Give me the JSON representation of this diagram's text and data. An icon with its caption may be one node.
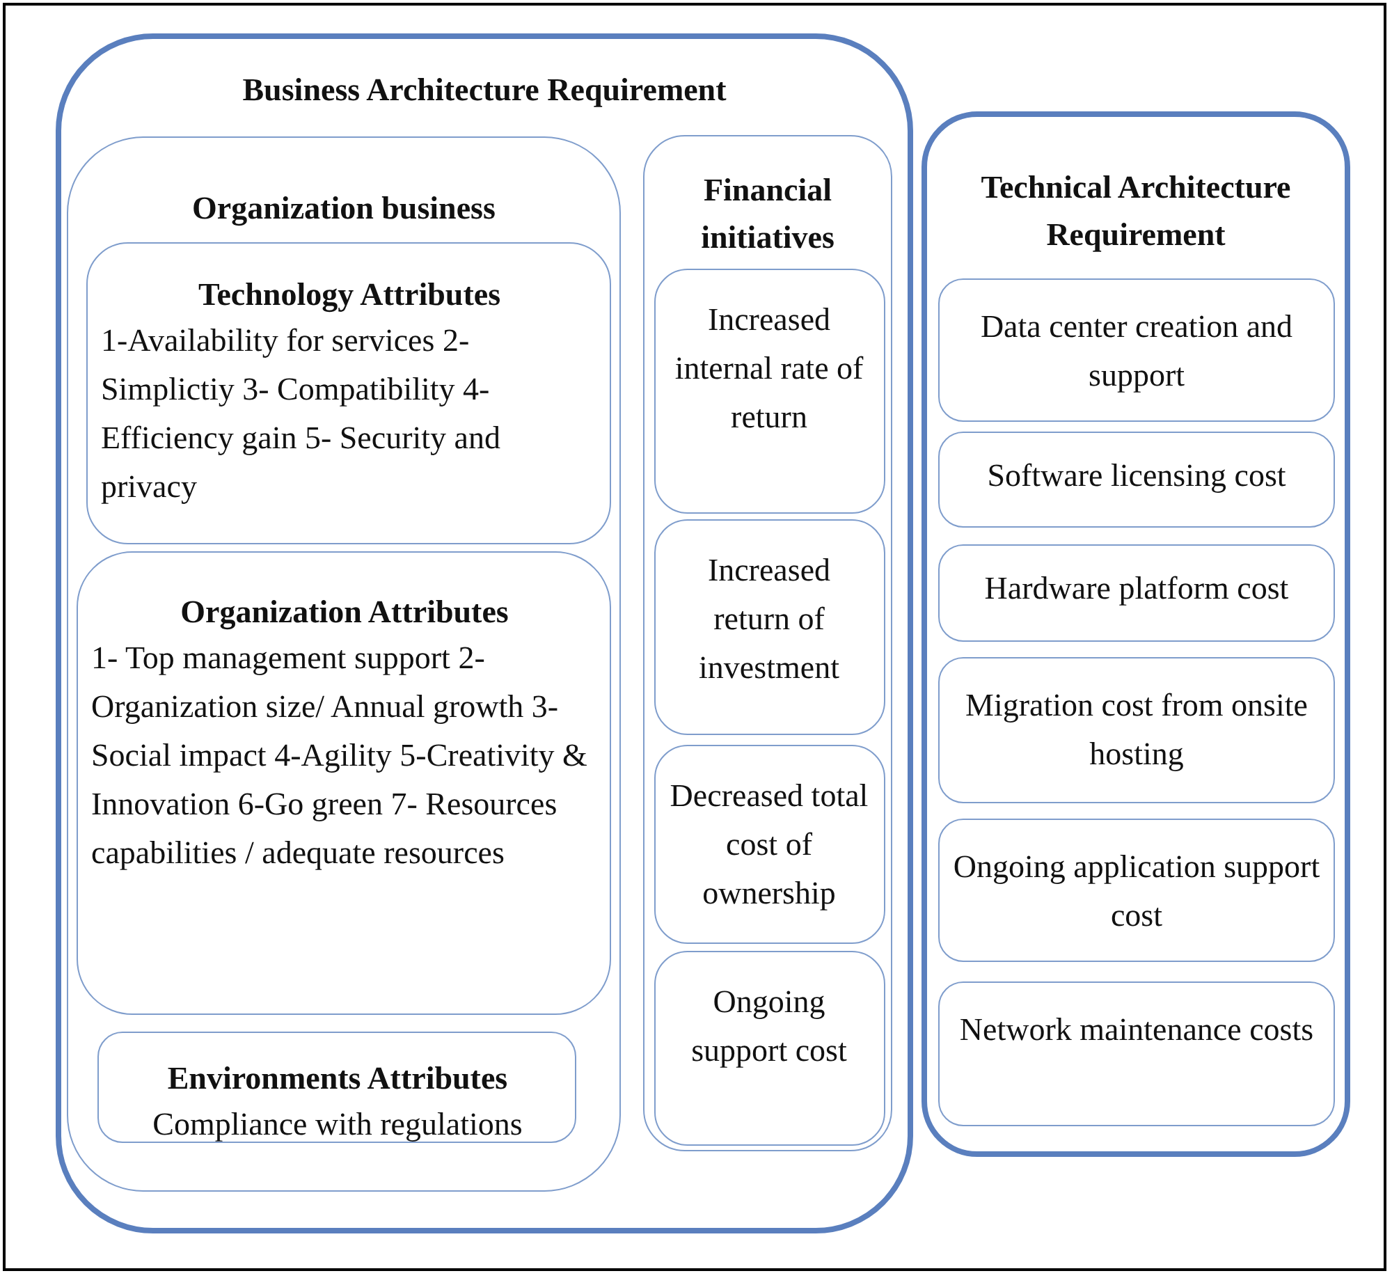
{
  "diagram": {
    "nodes": [
      {
        "text": [
          "Business Architecture Requirement"
        ]
      },
      {
        "text": [
          "Organization business"
        ],
        "in": 0
      },
      {
        "text": [
          "Technology Attributes",
          "1-Availability for services 2-Simplictiy 3- Compatibility 4- Efficiency gain 5- Security and privacy"
        ],
        "in": 1
      },
      {
        "text": [
          "Organization Attributes",
          "1- Top management support 2-Organization size/ Annual growth 3-Social impact 4-Agility 5-Creativity & Innovation 6-Go green 7- Resources capabilities / adequate resources"
        ],
        "in": 1
      },
      {
        "text": [
          "Environments Attributes",
          "Compliance with regulations"
        ],
        "in": 1
      },
      {
        "text": [
          "Financial initiatives"
        ],
        "in": 0
      },
      {
        "text": [
          "Increased internal rate of return"
        ],
        "in": 5
      },
      {
        "text": [
          "Increased return of investment"
        ],
        "in": 5
      },
      {
        "text": [
          "Decreased total cost of ownership"
        ],
        "in": 5
      },
      {
        "text": [
          "Ongoing support cost"
        ],
        "in": 5
      },
      {
        "text": [
          "Technical Architecture Requirement"
        ]
      },
      {
        "text": [
          "Data center creation and support"
        ],
        "in": 10
      },
      {
        "text": [
          "Software licensing cost"
        ],
        "in": 10
      },
      {
        "text": [
          "Hardware platform cost"
        ],
        "in": 10
      },
      {
        "text": [
          "Migration cost from onsite hosting"
        ],
        "in": 10
      },
      {
        "text": [
          "Ongoing application support cost"
        ],
        "in": 10
      },
      {
        "text": [
          "Network maintenance costs"
        ],
        "in": 10
      }
    ],
    "edges": []
  }
}
